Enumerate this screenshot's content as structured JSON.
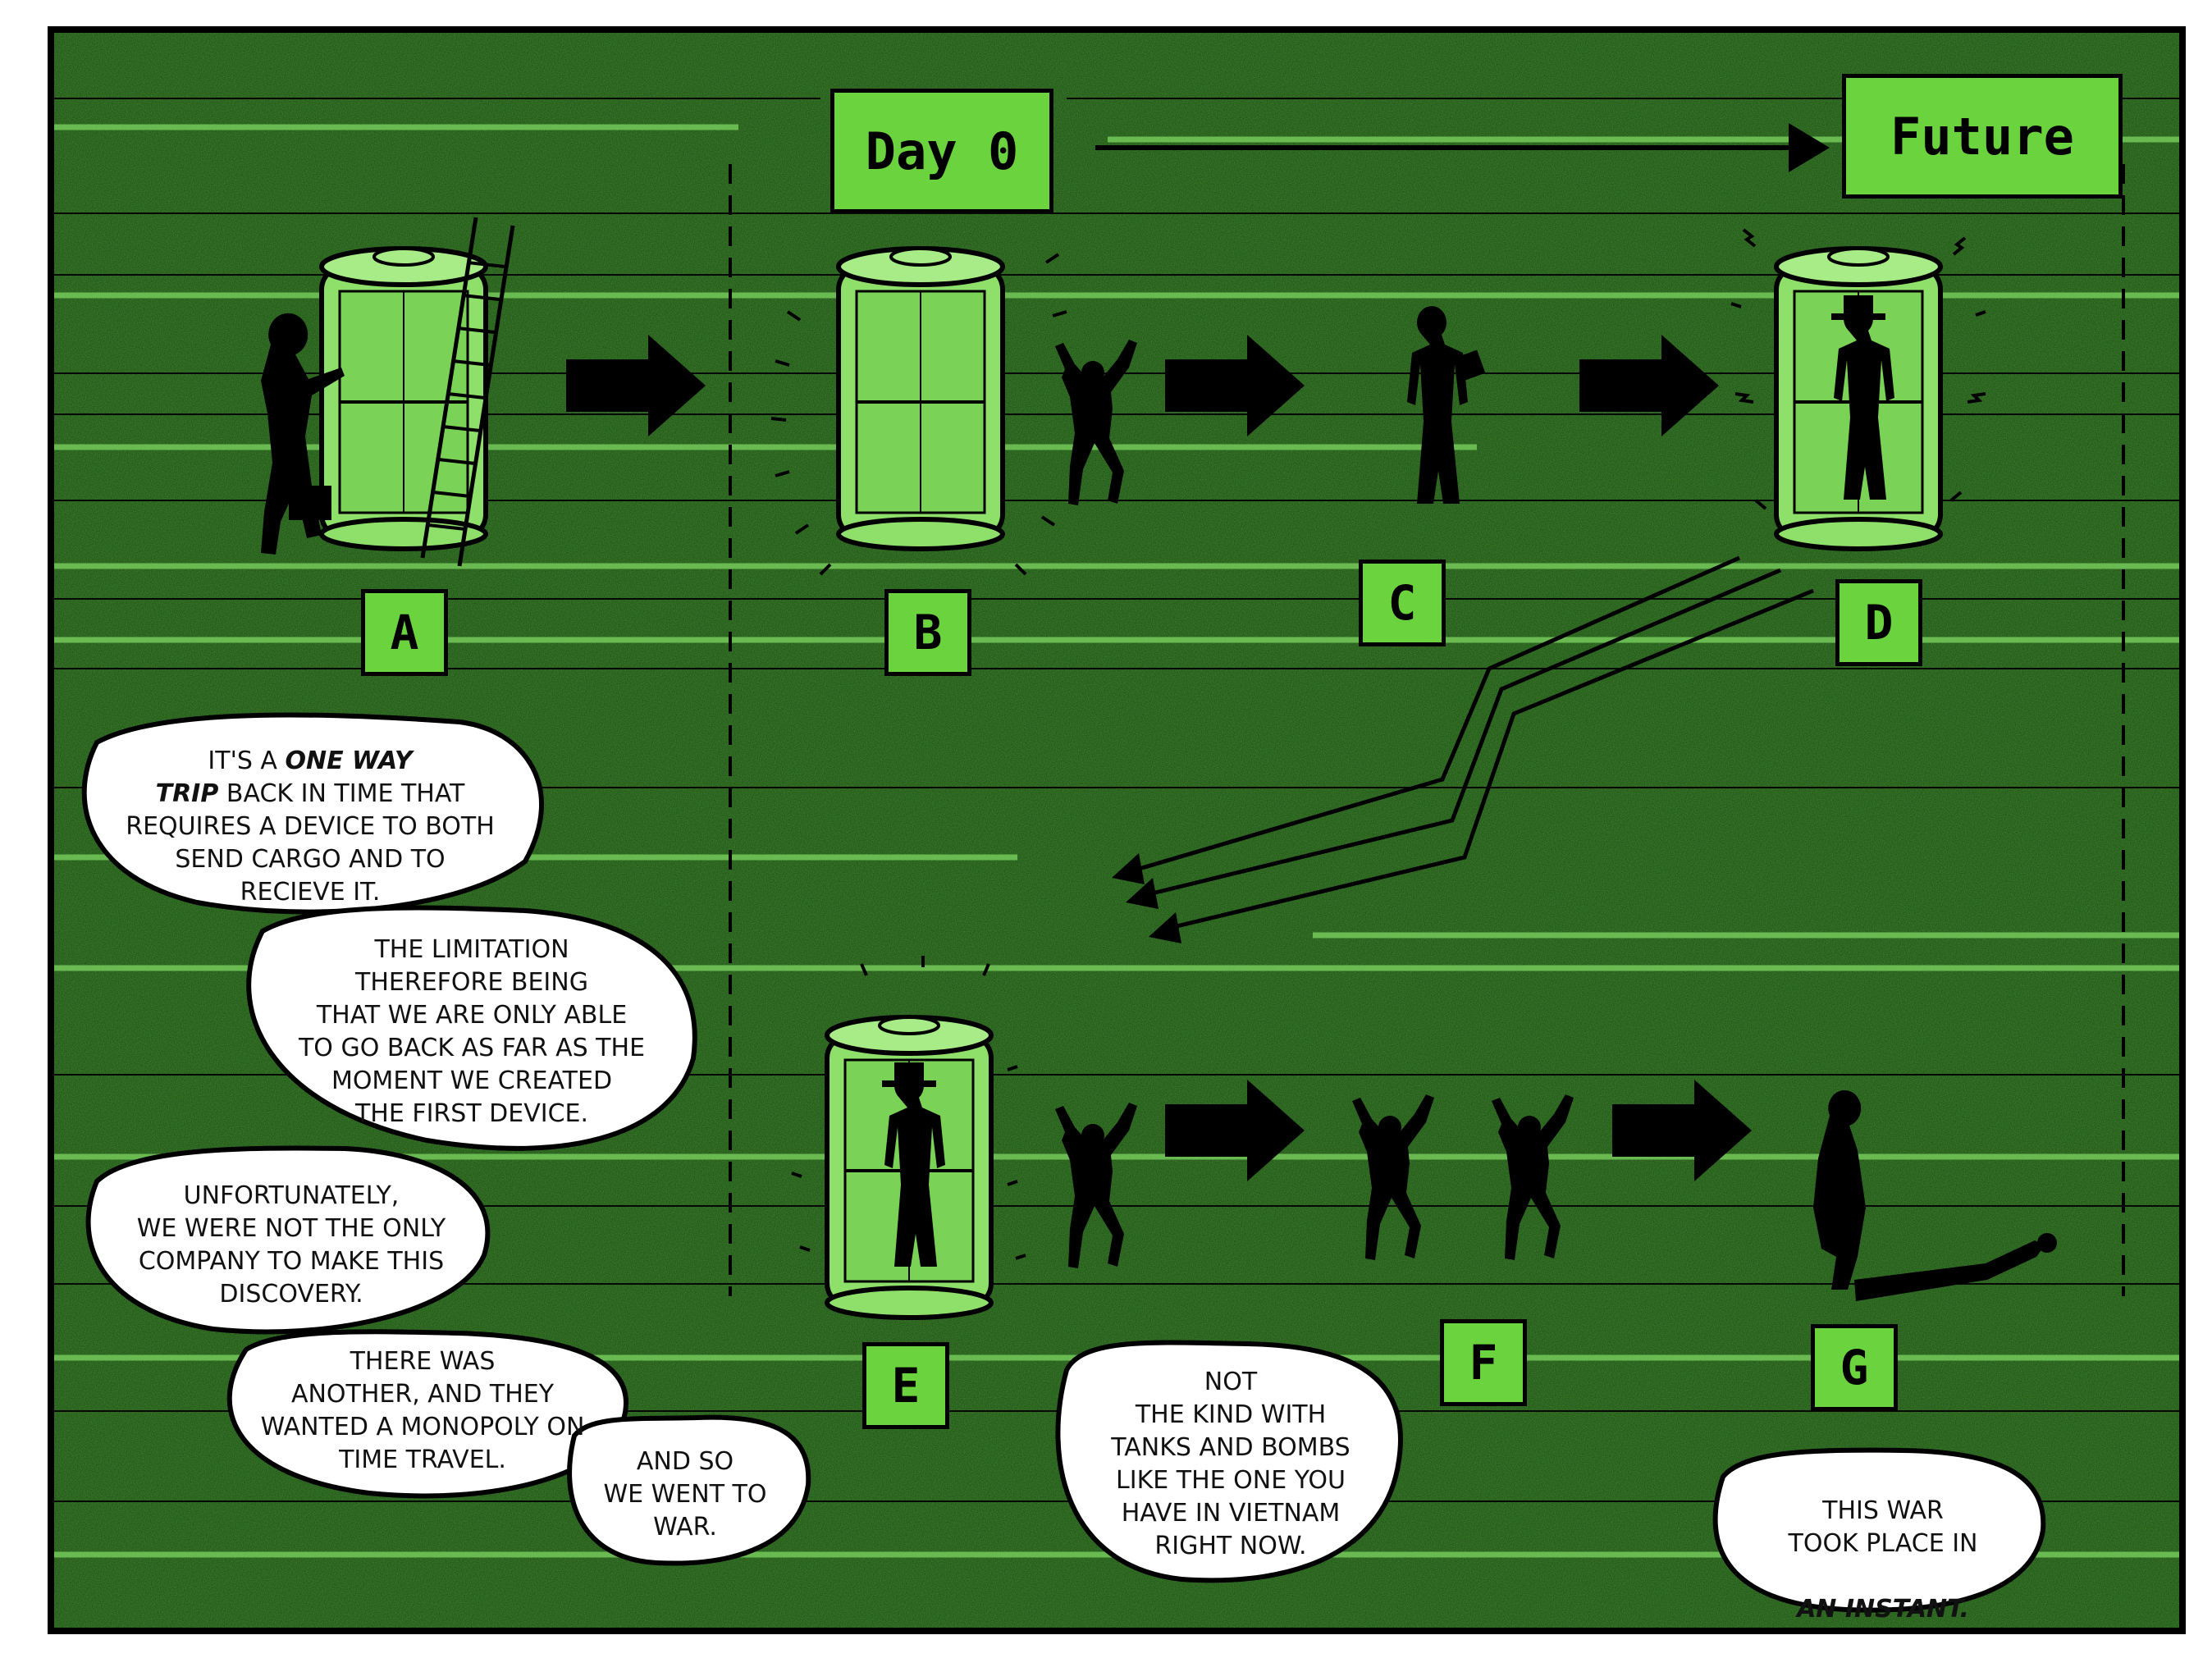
{
  "timeline": {
    "start_label": "Day 0",
    "end_label": "Future"
  },
  "stages": [
    "A",
    "B",
    "C",
    "D",
    "E",
    "F",
    "G"
  ],
  "captions": {
    "c1_a": "IT'S A ",
    "c1_b": "ONE WAY",
    "c1_c": "TRIP",
    "c1_d": " BACK IN TIME THAT",
    "c1_e": "REQUIRES A DEVICE TO BOTH",
    "c1_f": "SEND CARGO AND TO",
    "c1_g": "RECIEVE IT.",
    "c2": "THE LIMITATION\nTHEREFORE BEING\nTHAT WE ARE ONLY ABLE\nTO GO BACK AS FAR AS THE\nMOMENT WE CREATED\nTHE FIRST DEVICE.",
    "c3": "UNFORTUNATELY,\nWE WERE NOT THE ONLY\nCOMPANY TO MAKE THIS\nDISCOVERY.",
    "c4": "THERE WAS\nANOTHER, AND THEY\nWANTED A MONOPOLY ON\nTIME TRAVEL.",
    "c5": "AND SO\nWE WENT TO\nWAR.",
    "c6": "NOT\nTHE KIND WITH\nTANKS AND BOMBS\nLIKE THE ONE YOU\nHAVE IN VIETNAM\nRIGHT NOW.",
    "c7_a": "THIS WAR\nTOOK PLACE IN",
    "c7_b": "AN INSTANT."
  },
  "colors": {
    "background_green": "#3f8e2e",
    "stripe_green": "#74c95a",
    "label_green": "#6bd33d",
    "capsule_green": "#8fe06b",
    "ink": "#000000"
  }
}
